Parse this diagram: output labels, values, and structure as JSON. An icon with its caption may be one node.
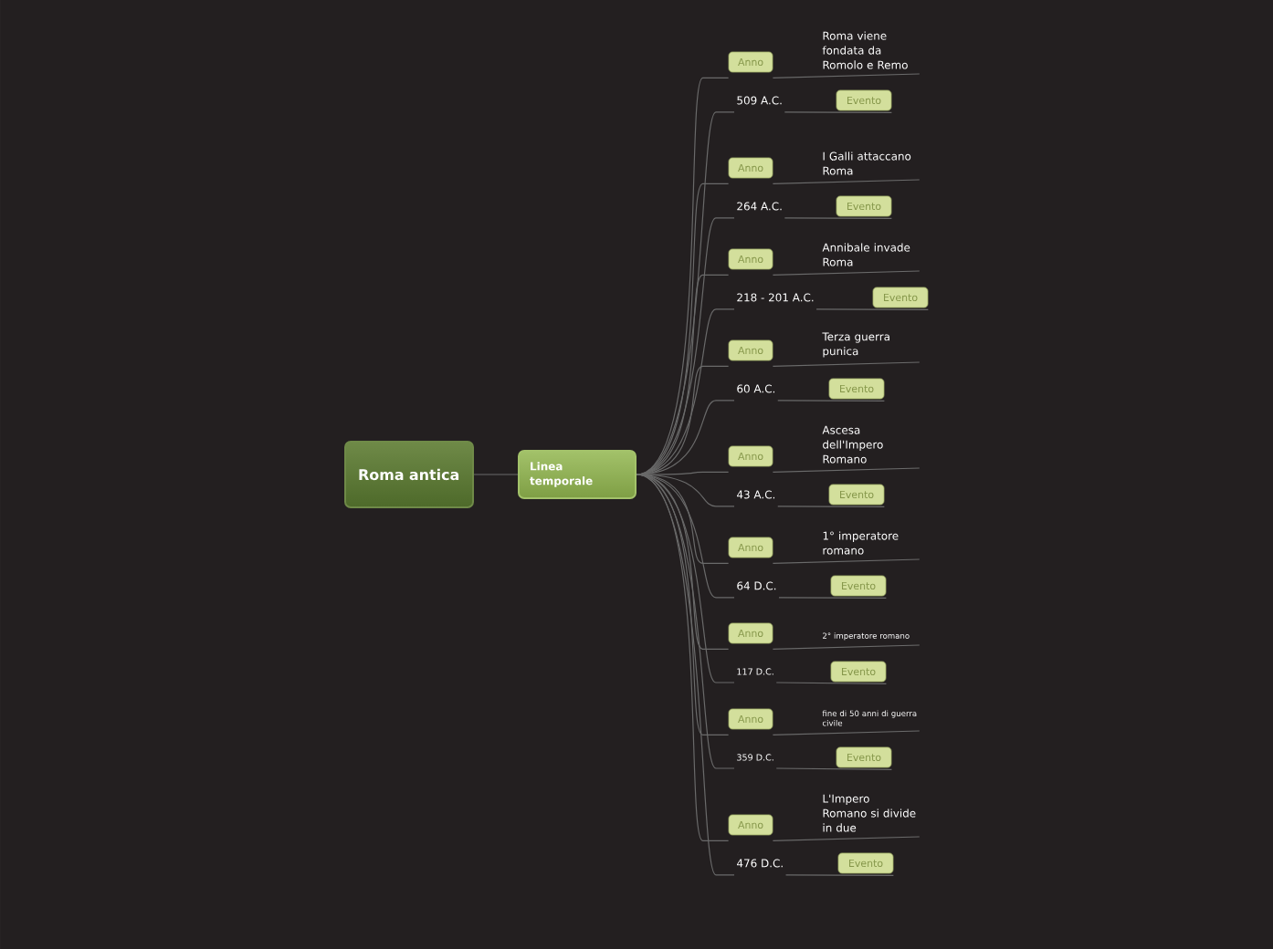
{
  "diagram": {
    "nodes": [
      {
        "text": [
          "Roma antica"
        ]
      },
      {
        "text": [
          "Linea temporale"
        ]
      },
      {
        "text": [
          "Anno"
        ]
      },
      {
        "text": [
          "Roma viene fondata da Romolo e Remo"
        ]
      },
      {
        "text": [
          "509 A.C."
        ]
      },
      {
        "text": [
          "Evento"
        ]
      },
      {
        "text": [
          "Anno"
        ]
      },
      {
        "text": [
          "I Galli attaccano Roma"
        ]
      },
      {
        "text": [
          "264 A.C."
        ]
      },
      {
        "text": [
          "Evento"
        ]
      },
      {
        "text": [
          "Anno"
        ]
      },
      {
        "text": [
          "Annibale invade Roma"
        ]
      },
      {
        "text": [
          "218 - 201 A.C."
        ]
      },
      {
        "text": [
          "Evento"
        ]
      },
      {
        "text": [
          "Anno"
        ]
      },
      {
        "text": [
          "Terza guerra punica"
        ]
      },
      {
        "text": [
          "60 A.C."
        ]
      },
      {
        "text": [
          "Evento"
        ]
      },
      {
        "text": [
          "Anno"
        ]
      },
      {
        "text": [
          "Ascesa dell'Impero Romano"
        ]
      },
      {
        "text": [
          "43 A.C."
        ]
      },
      {
        "text": [
          "Evento"
        ]
      },
      {
        "text": [
          "Anno"
        ]
      },
      {
        "text": [
          "1° imperatore romano"
        ]
      },
      {
        "text": [
          "64 D.C."
        ]
      },
      {
        "text": [
          "Evento"
        ]
      },
      {
        "text": [
          "Anno"
        ]
      },
      {
        "text": [
          "2° imperatore romano"
        ]
      },
      {
        "text": [
          "117 D.C."
        ]
      },
      {
        "text": [
          "Evento"
        ]
      },
      {
        "text": [
          "Anno"
        ]
      },
      {
        "text": [
          "fine di 50 anni di guerra civile"
        ]
      },
      {
        "text": [
          "359 D.C."
        ]
      },
      {
        "text": [
          "Evento"
        ]
      },
      {
        "text": [
          "Anno"
        ]
      },
      {
        "text": [
          "L'Impero Romano si divide in due"
        ]
      },
      {
        "text": [
          "476 D.C."
        ]
      },
      {
        "text": [
          "Evento"
        ]
      }
    ],
    "edges": [
      {
        "from": 0,
        "to": 1,
        "arrow": "none"
      },
      {
        "from": 1,
        "to": 2,
        "arrow": "none"
      },
      {
        "from": 2,
        "to": 3,
        "arrow": "none"
      },
      {
        "from": 1,
        "to": 4,
        "arrow": "none"
      },
      {
        "from": 4,
        "to": 5,
        "arrow": "none"
      },
      {
        "from": 1,
        "to": 6,
        "arrow": "none"
      },
      {
        "from": 6,
        "to": 7,
        "arrow": "none"
      },
      {
        "from": 1,
        "to": 8,
        "arrow": "none"
      },
      {
        "from": 8,
        "to": 9,
        "arrow": "none"
      },
      {
        "from": 1,
        "to": 10,
        "arrow": "none"
      },
      {
        "from": 10,
        "to": 11,
        "arrow": "none"
      },
      {
        "from": 1,
        "to": 12,
        "arrow": "none"
      },
      {
        "from": 12,
        "to": 13,
        "arrow": "none"
      },
      {
        "from": 1,
        "to": 14,
        "arrow": "none"
      },
      {
        "from": 14,
        "to": 15,
        "arrow": "none"
      },
      {
        "from": 1,
        "to": 16,
        "arrow": "none"
      },
      {
        "from": 16,
        "to": 17,
        "arrow": "none"
      },
      {
        "from": 1,
        "to": 18,
        "arrow": "none"
      },
      {
        "from": 18,
        "to": 19,
        "arrow": "none"
      },
      {
        "from": 1,
        "to": 20,
        "arrow": "none"
      },
      {
        "from": 20,
        "to": 21,
        "arrow": "none"
      },
      {
        "from": 1,
        "to": 22,
        "arrow": "none"
      },
      {
        "from": 22,
        "to": 23,
        "arrow": "none"
      },
      {
        "from": 1,
        "to": 24,
        "arrow": "none"
      },
      {
        "from": 24,
        "to": 25,
        "arrow": "none"
      },
      {
        "from": 1,
        "to": 26,
        "arrow": "none"
      },
      {
        "from": 26,
        "to": 27,
        "arrow": "none"
      },
      {
        "from": 1,
        "to": 28,
        "arrow": "none"
      },
      {
        "from": 28,
        "to": 29,
        "arrow": "none"
      },
      {
        "from": 1,
        "to": 30,
        "arrow": "none"
      },
      {
        "from": 30,
        "to": 31,
        "arrow": "none"
      },
      {
        "from": 1,
        "to": 32,
        "arrow": "none"
      },
      {
        "from": 32,
        "to": 33,
        "arrow": "none"
      },
      {
        "from": 1,
        "to": 34,
        "arrow": "none"
      },
      {
        "from": 34,
        "to": 35,
        "arrow": "none"
      },
      {
        "from": 1,
        "to": 36,
        "arrow": "none"
      },
      {
        "from": 36,
        "to": 37,
        "arrow": "none"
      }
    ]
  }
}
